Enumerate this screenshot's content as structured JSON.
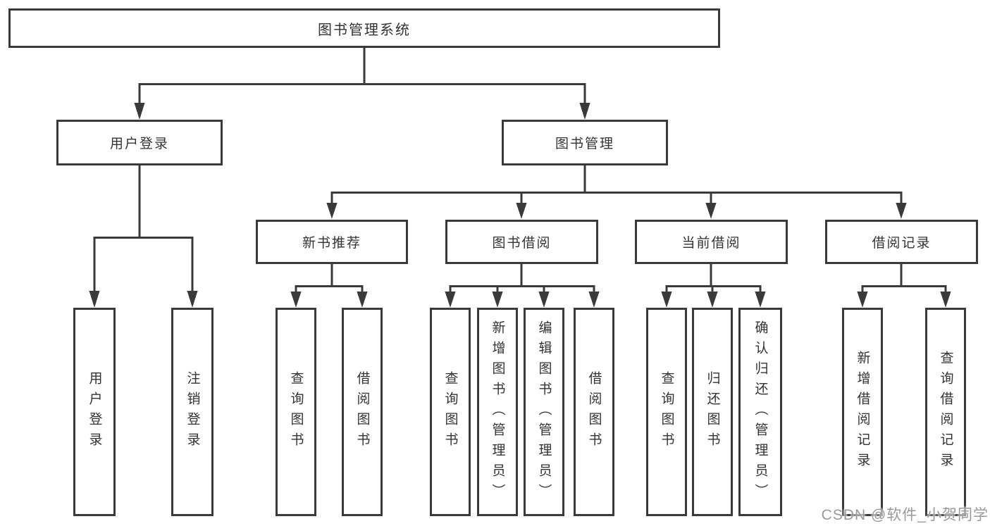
{
  "colors": {
    "line": "#3a3a3a",
    "text": "#333333",
    "box_background": "#ffffff",
    "page_background": "#ffffff",
    "watermark": "#999999"
  },
  "tree": {
    "root": {
      "label": "图书管理系统"
    },
    "branches": [
      {
        "label": "用户登录",
        "children": [
          {
            "label": "用户登录"
          },
          {
            "label": "注销登录"
          }
        ]
      },
      {
        "label": "图书管理",
        "children": [
          {
            "label": "新书推荐",
            "children": [
              {
                "label": "查询图书"
              },
              {
                "label": "借阅图书"
              }
            ]
          },
          {
            "label": "图书借阅",
            "children": [
              {
                "label": "查询图书"
              },
              {
                "label": "新增图书（管理员）"
              },
              {
                "label": "编辑图书（管理员）"
              },
              {
                "label": "借阅图书"
              }
            ]
          },
          {
            "label": "当前借阅",
            "children": [
              {
                "label": "查询图书"
              },
              {
                "label": "归还图书"
              },
              {
                "label": "确认归还（管理员）"
              }
            ]
          },
          {
            "label": "借阅记录",
            "children": [
              {
                "label": "新增借阅记录"
              },
              {
                "label": "查询借阅记录"
              }
            ]
          }
        ]
      }
    ]
  },
  "watermark": {
    "text": "CSDN @软件_小贺同学"
  }
}
